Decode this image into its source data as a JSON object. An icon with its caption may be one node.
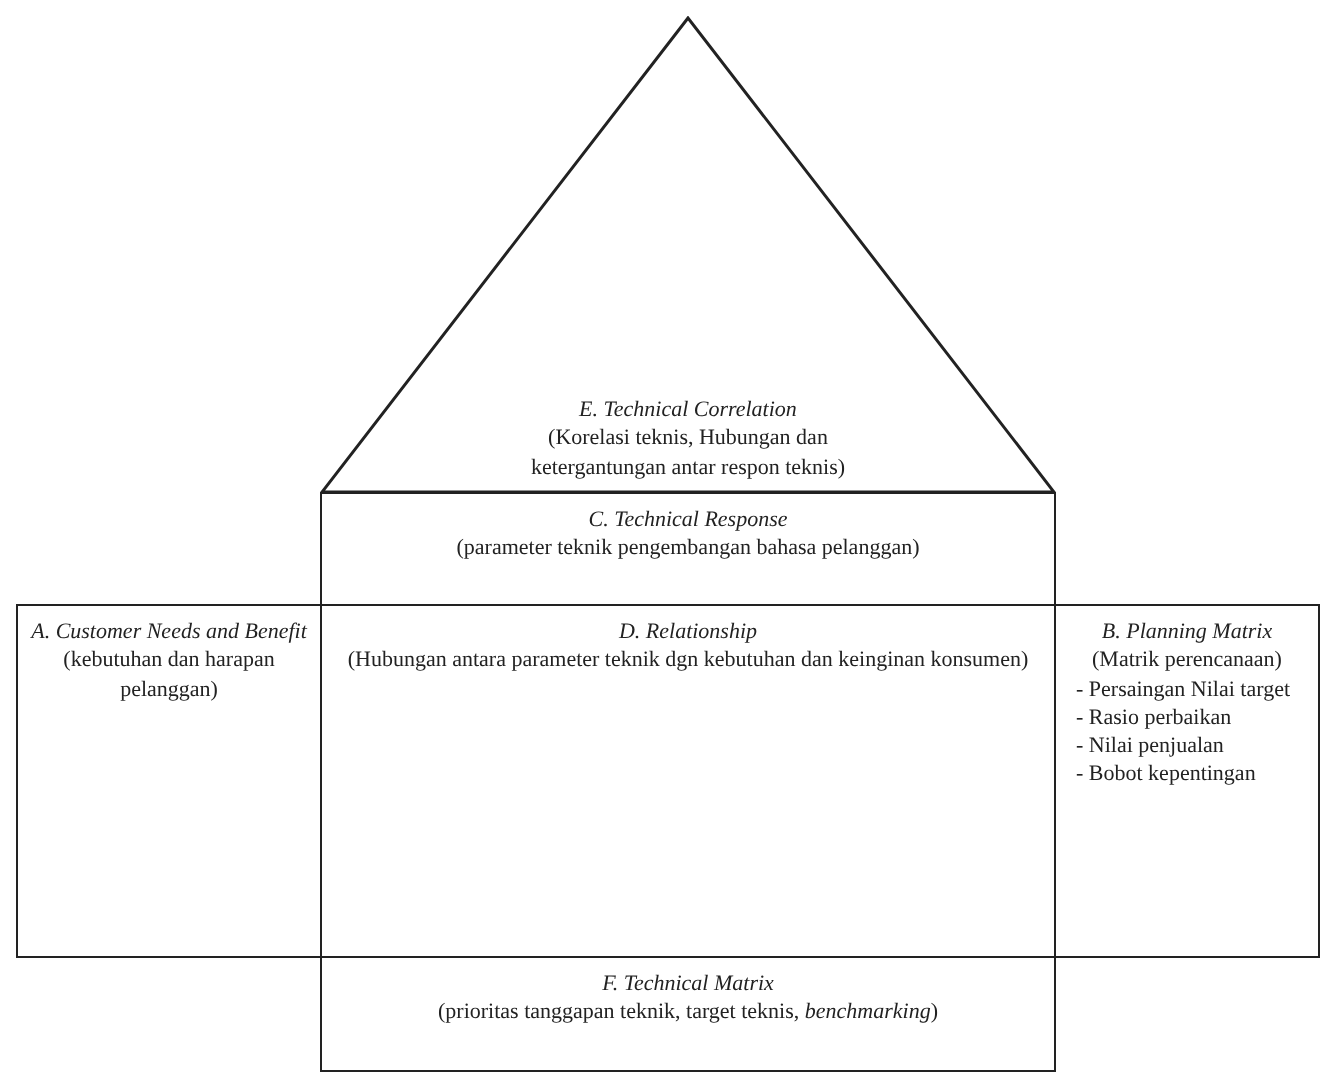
{
  "diagram": {
    "nodes": [
      {
        "text": [
          "E. Technical Correlation",
          "(Korelasi teknis, Hubungan dan ketergantungan antar respon teknis)"
        ]
      },
      {
        "text": [
          "C. Technical Response",
          "(parameter teknik pengembangan bahasa pelanggan)"
        ]
      },
      {
        "text": [
          "A. Customer Needs and Benefit",
          "(kebutuhan dan harapan pelanggan)"
        ]
      },
      {
        "text": [
          "D. Relationship",
          "(Hubungan antara parameter teknik dgn kebutuhan dan keinginan konsumen)"
        ]
      },
      {
        "text": [
          "B. Planning Matrix",
          "(Matrik perencanaan)",
          "- Persaingan Nilai target",
          "- Rasio perbaikan",
          "- Nilai penjualan",
          "- Bobot kepentingan"
        ]
      },
      {
        "text": [
          "F. Technical Matrix",
          "(prioritas tanggapan teknik, target teknis, *benchmarking*)"
        ]
      }
    ],
    "edges": []
  }
}
